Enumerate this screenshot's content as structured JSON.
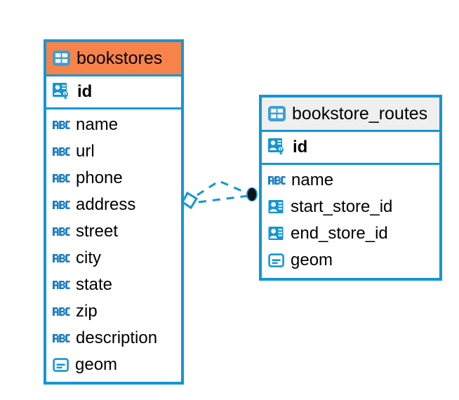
{
  "diagram": {
    "type": "entity-relationship-diagram",
    "background_color": "#ffffff",
    "accent_color": "#1496d4",
    "highlight_color": "#f8834a",
    "neutral_header_color": "#efefef"
  },
  "entities": [
    {
      "name": "bookstores",
      "header_style": "accent",
      "header_icon": "table-icon",
      "primary_key": {
        "name": "id",
        "icon": "primary-key-icon",
        "bold": true
      },
      "fields": [
        {
          "name": "name",
          "icon": "abc-text-icon"
        },
        {
          "name": "url",
          "icon": "abc-text-icon"
        },
        {
          "name": "phone",
          "icon": "abc-text-icon"
        },
        {
          "name": "address",
          "icon": "abc-text-icon"
        },
        {
          "name": "street",
          "icon": "abc-text-icon"
        },
        {
          "name": "city",
          "icon": "abc-text-icon"
        },
        {
          "name": "state",
          "icon": "abc-text-icon"
        },
        {
          "name": "zip",
          "icon": "abc-text-icon"
        },
        {
          "name": "description",
          "icon": "abc-text-icon"
        },
        {
          "name": "geom",
          "icon": "geometry-icon"
        }
      ]
    },
    {
      "name": "bookstore_routes",
      "header_style": "neutral",
      "header_icon": "table-icon",
      "primary_key": {
        "name": "id",
        "icon": "primary-key-icon",
        "bold": true
      },
      "fields": [
        {
          "name": "name",
          "icon": "abc-text-icon"
        },
        {
          "name": "start_store_id",
          "icon": "foreign-key-icon"
        },
        {
          "name": "end_store_id",
          "icon": "foreign-key-icon"
        },
        {
          "name": "geom",
          "icon": "geometry-icon"
        }
      ]
    }
  ],
  "relationship": {
    "style": "dashed",
    "color": "#1496d4",
    "source_marker": "diamond-open",
    "target_marker": "circle-filled",
    "target_marker_color": "#111111",
    "connector_count": 2
  }
}
